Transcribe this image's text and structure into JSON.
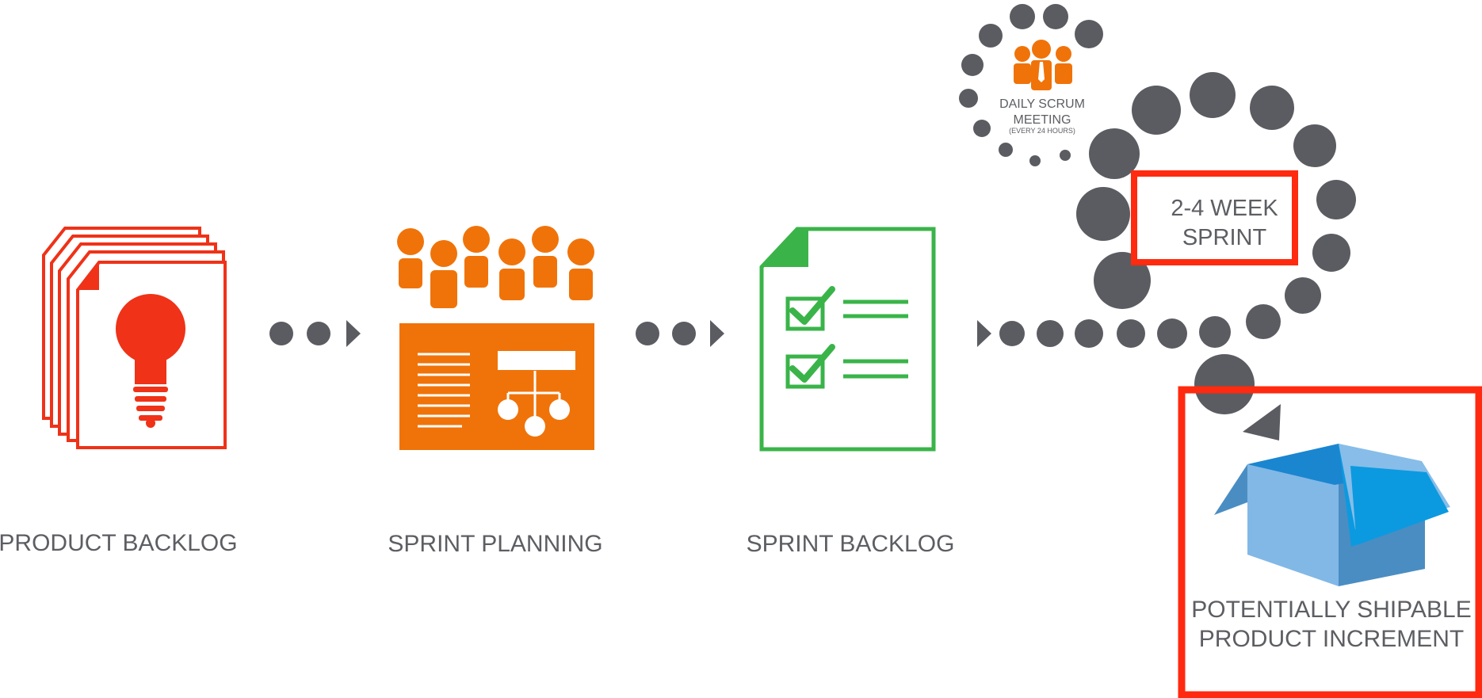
{
  "colors": {
    "red": "#ef3218",
    "orange": "#f07309",
    "green": "#3ab449",
    "dark_gray": "#5b5c61",
    "label_gray": "#5d5e63",
    "box_light": "#82b8e6",
    "box_mid": "#4a8dc2",
    "box_dark": "#0b9ae0",
    "highlight_red": "#ff2a0f"
  },
  "steps": [
    {
      "label": "PRODUCT BACKLOG",
      "icon": "lightbulb-document-stack-icon"
    },
    {
      "label": "SPRINT PLANNING",
      "icon": "team-planning-board-icon"
    },
    {
      "label": "SPRINT BACKLOG",
      "icon": "checklist-document-icon"
    }
  ],
  "daily_scrum": {
    "line1": "DAILY SCRUM",
    "line2": "MEETING",
    "line3": "(EVERY 24 HOURS)",
    "icon": "team-icon"
  },
  "sprint": {
    "line1": "2-4 WEEK",
    "line2": "SPRINT"
  },
  "increment": {
    "line1": "POTENTIALLY SHIPABLE",
    "line2": "PRODUCT INCREMENT",
    "icon": "open-box-icon"
  }
}
